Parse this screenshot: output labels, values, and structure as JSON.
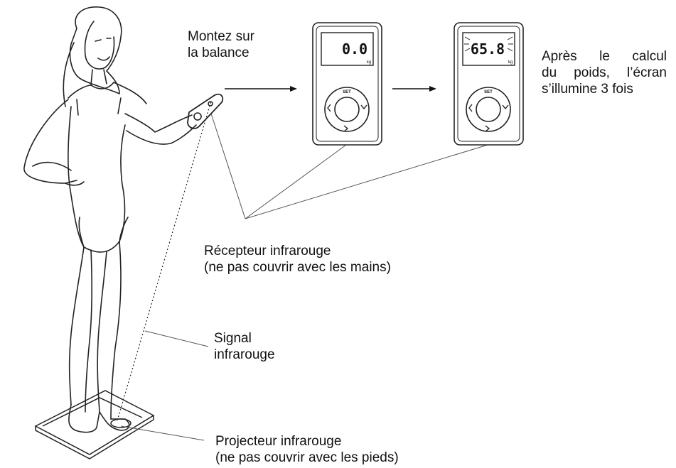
{
  "steps": {
    "step_on": {
      "line1": "Montez sur",
      "line2": "la balance"
    },
    "after_calc": {
      "line1": "Après le calcul",
      "line2": "du poids, l’écran",
      "line3": "s’illumine 3 fois"
    }
  },
  "scale_initial": {
    "reading": "0.0",
    "unit": "kg",
    "button": "SET"
  },
  "scale_final": {
    "reading": "65.8",
    "unit": "kg",
    "button": "SET"
  },
  "labels": {
    "receiver": {
      "line1": "Récepteur infrarouge",
      "line2": "(ne pas couvrir avec les mains)"
    },
    "signal": {
      "line1": "Signal",
      "line2": "infrarouge"
    },
    "projector": {
      "line1": "Projecteur infrarouge",
      "line2": "(ne pas couvrir avec les pieds)"
    }
  },
  "colors": {
    "line": "#555555",
    "ink": "#222222",
    "background": "#ffffff"
  }
}
